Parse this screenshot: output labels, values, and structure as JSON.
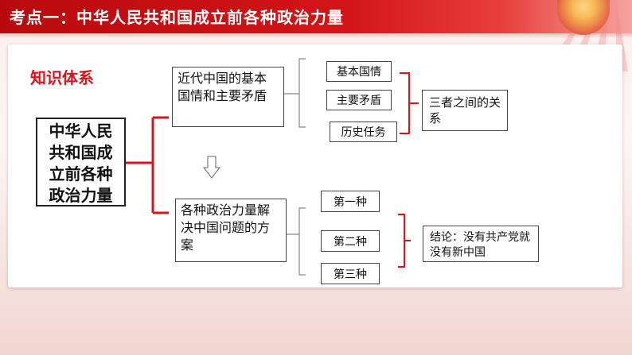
{
  "header": {
    "title": "考点一：中华人民共和国成立前各种政治力量"
  },
  "section_title": "知识体系",
  "main_topic": "中华人民共和国成立前各种政治力量",
  "upper_branch": {
    "label": "近代中国的基本国情和主要矛盾",
    "items": [
      "基本国情",
      "主要矛盾",
      "历史任务"
    ],
    "note": "三者之间的关系"
  },
  "lower_branch": {
    "label": "各种政治力量解决中国问题的方案",
    "items": [
      "第一种",
      "第二种",
      "第三种"
    ],
    "note": "结论：没有共产党就没有新中国"
  },
  "colors": {
    "brand_red": "#d31518",
    "bracket_red": "#d8141b",
    "bracket_gray": "#888888"
  }
}
